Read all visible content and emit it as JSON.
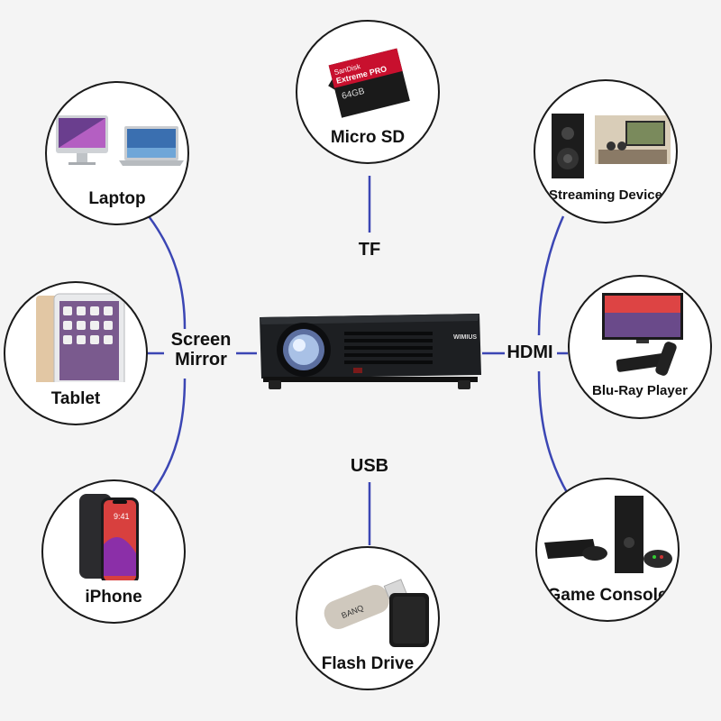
{
  "center": {
    "brand": "WIMIUS"
  },
  "connections": {
    "tf": "TF",
    "hdmi": "HDMI",
    "usb": "USB",
    "screen_mirror_line1": "Screen",
    "screen_mirror_line2": "Mirror"
  },
  "devices": {
    "micro_sd": {
      "label": "Micro SD",
      "card_brand": "SanDisk",
      "card_line": "Extreme PRO",
      "card_size": "64GB"
    },
    "laptop": {
      "label": "Laptop"
    },
    "tablet": {
      "label": "Tablet"
    },
    "iphone": {
      "label": "iPhone",
      "clock": "9:41"
    },
    "streaming_device": {
      "label": "Streaming Device"
    },
    "blu_ray_player": {
      "label": "Blu-Ray Player"
    },
    "game_console": {
      "label": "Game Console"
    },
    "flash_drive": {
      "label": "Flash Drive",
      "drive_brand": "BANQ"
    }
  },
  "colors": {
    "connector_line": "#3b46b4",
    "circle_border": "#1a1a1a",
    "background": "#f4f4f4"
  }
}
